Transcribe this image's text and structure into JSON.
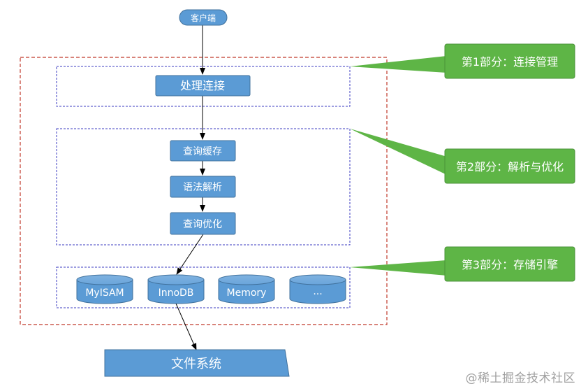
{
  "client": {
    "label": "客户端"
  },
  "section1": {
    "step": "处理连接",
    "callout": "第1部分：连接管理"
  },
  "section2": {
    "steps": [
      "查询缓存",
      "语法解析",
      "查询优化"
    ],
    "callout": "第2部分：解析与优化"
  },
  "section3": {
    "engines": [
      "MyISAM",
      "InnoDB",
      "Memory",
      "..."
    ],
    "callout": "第3部分：存储引擎"
  },
  "filesystem": {
    "label": "文件系统"
  },
  "watermark": "@稀土掘金技术社区",
  "colors": {
    "box_fill": "#5b9bd5",
    "box_stroke": "#41719c",
    "callout_fill": "#5eb546",
    "callout_stroke": "#4a9238",
    "outer_dash": "#c0392b",
    "inner_dash": "#3b3bc0",
    "arrow": "#000000"
  }
}
